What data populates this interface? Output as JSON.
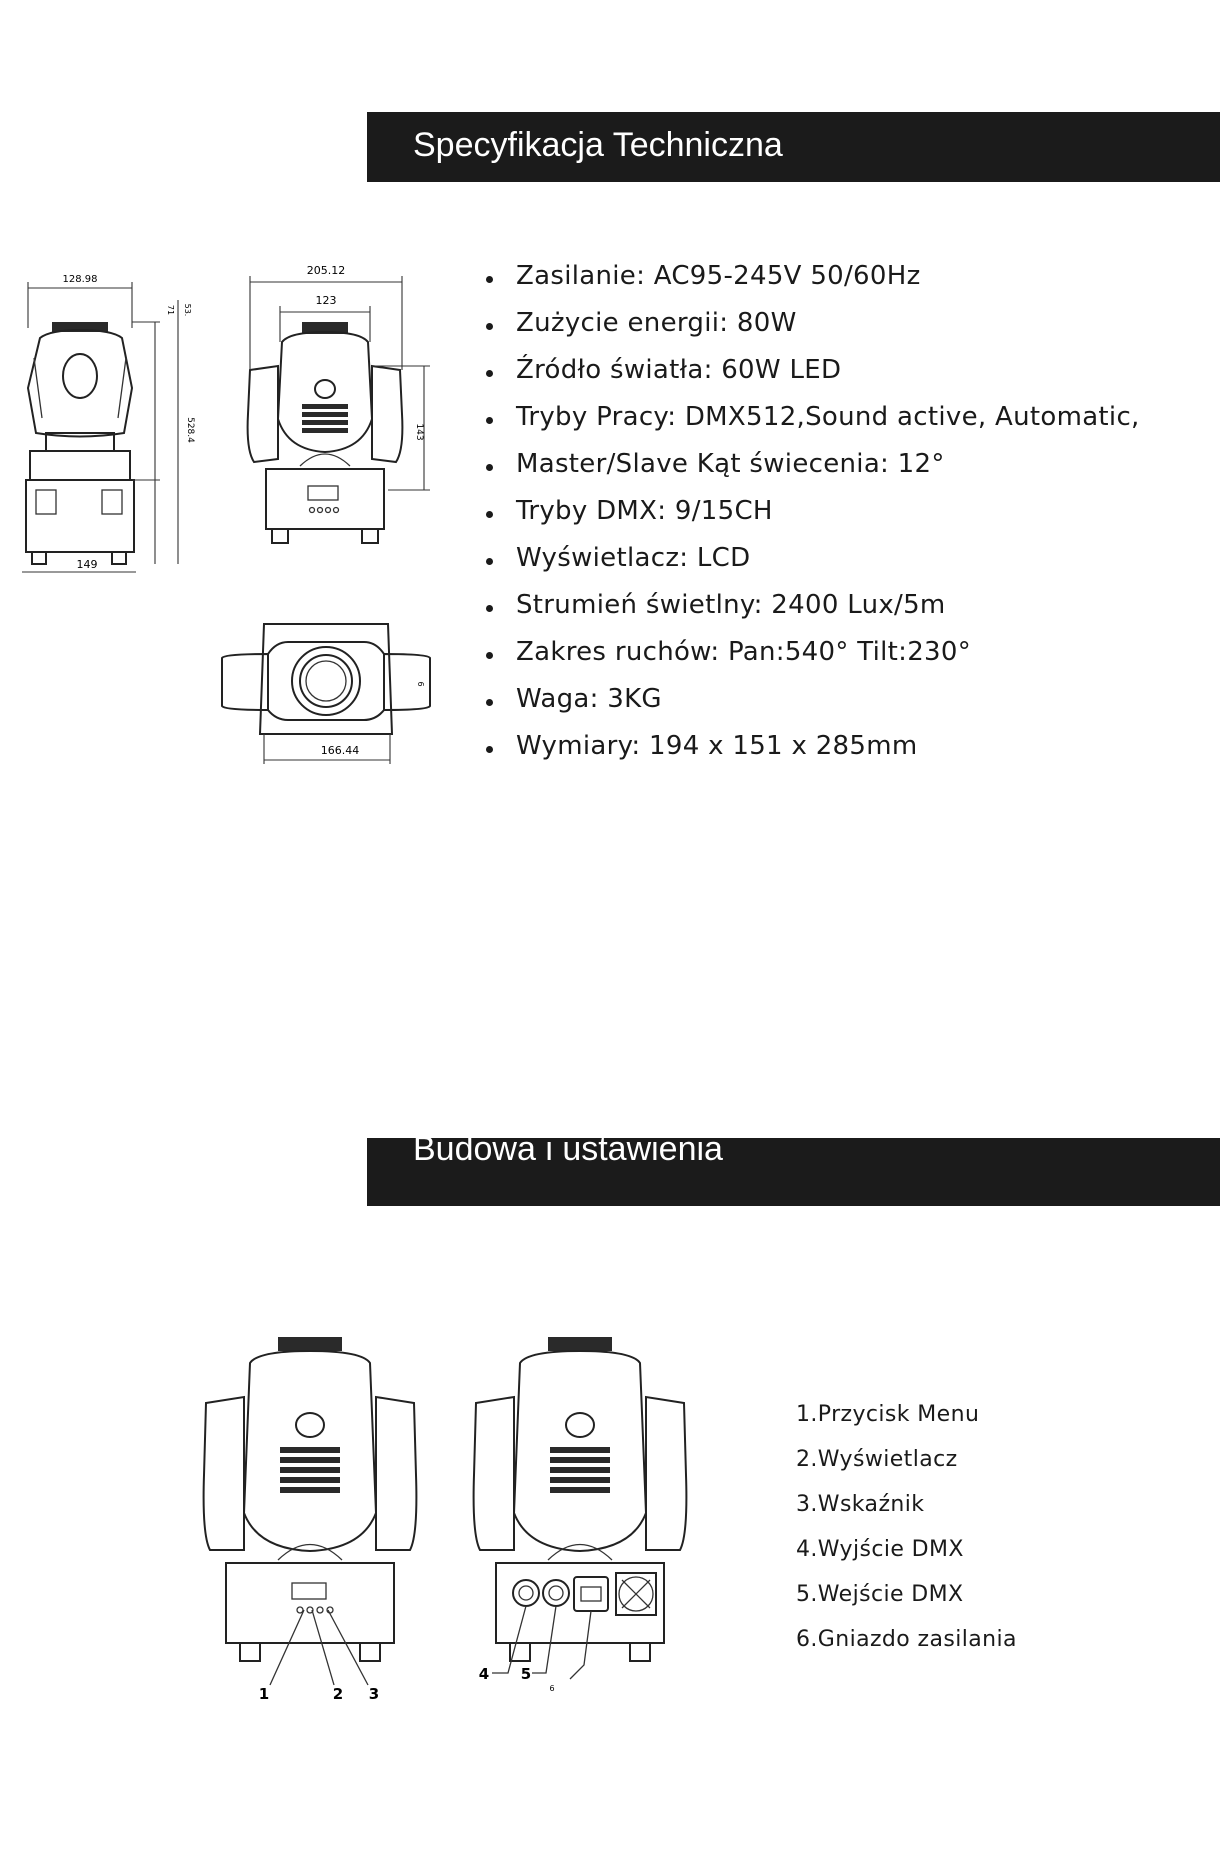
{
  "sections": [
    {
      "title": "Specyfikacja Techniczna"
    },
    {
      "title": "Budowa i ustawienia"
    }
  ],
  "specs": [
    "Zasilanie: AC95-245V 50/60Hz",
    "Zużycie energii: 80W",
    "Źródło światła: 60W LED",
    "Tryby Pracy: DMX512,Sound active, Automatic,",
    "Master/Slave Kąt świecenia: 12°",
    "Tryby DMX: 9/15CH",
    "Wyświetlacz: LCD",
    "Strumień świetlny: 2400 Lux/5m",
    "Zakres ruchów: Pan:540°  Tilt:230°",
    "Waga: 3KG",
    "Wymiary: 194 x 151 x 285mm"
  ],
  "parts": [
    "1.Przycisk Menu",
    "2.Wyświetlacz",
    "3.Wskaźnik",
    "4.Wyjście DMX",
    "5.Wejście DMX",
    "6.Gniazdo zasilania"
  ],
  "dimensions": {
    "side_width": "128.98",
    "side_base": "149",
    "side_height": "528.4",
    "side_top_a": "71",
    "side_top_b": "53.",
    "front_total": "205.12",
    "front_inner": "123",
    "front_height": "143",
    "top_width": "166.44",
    "top_depth": "6"
  },
  "callouts": [
    "1",
    "2",
    "3",
    "4",
    "5",
    "6"
  ],
  "colors": {
    "banner": "#1b1b1b",
    "text": "#1a1a1a"
  }
}
